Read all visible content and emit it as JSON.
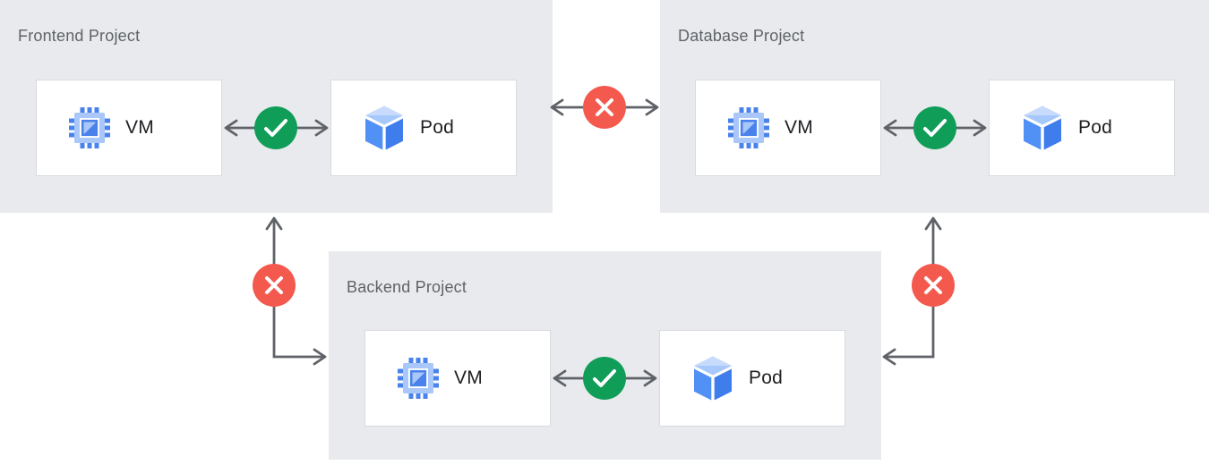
{
  "projects": [
    {
      "title": "Frontend Project",
      "nodes": [
        {
          "label": "VM",
          "icon": "compute-engine-vm-icon"
        },
        {
          "label": "Pod",
          "icon": "pod-cube-icon"
        }
      ],
      "internal_connection": {
        "between": [
          "VM",
          "Pod"
        ],
        "status": "allowed"
      }
    },
    {
      "title": "Database Project",
      "nodes": [
        {
          "label": "VM",
          "icon": "compute-engine-vm-icon"
        },
        {
          "label": "Pod",
          "icon": "pod-cube-icon"
        }
      ],
      "internal_connection": {
        "between": [
          "VM",
          "Pod"
        ],
        "status": "allowed"
      }
    },
    {
      "title": "Backend Project",
      "nodes": [
        {
          "label": "VM",
          "icon": "compute-engine-vm-icon"
        },
        {
          "label": "Pod",
          "icon": "pod-cube-icon"
        }
      ],
      "internal_connection": {
        "between": [
          "VM",
          "Pod"
        ],
        "status": "allowed"
      }
    }
  ],
  "cross_project_connections": [
    {
      "from": "Frontend Project",
      "to": "Database Project",
      "status": "blocked",
      "icon": "x-icon"
    },
    {
      "from": "Frontend Project",
      "to": "Backend Project",
      "status": "blocked",
      "icon": "x-icon"
    },
    {
      "from": "Database Project",
      "to": "Backend Project",
      "status": "blocked",
      "icon": "x-icon"
    }
  ],
  "status_icons": {
    "allowed": "check-icon",
    "blocked": "x-icon"
  },
  "colors": {
    "panel_bg": "#E8EAED",
    "allowed_green": "#0F9D58",
    "blocked_red": "#F4594E",
    "arrow_gray": "#5F6368",
    "title_text": "#5F6368",
    "label_text": "#202124",
    "node_border": "#D8DBDE",
    "icon_blue": "#4A82EC",
    "icon_blue_light": "#A9C7F8",
    "pod_top_rear": "#C8DBFC",
    "pod_top_front": "#A6C8FA",
    "pod_left_face": "#5190F4",
    "pod_right_face": "#3F7CEC"
  }
}
